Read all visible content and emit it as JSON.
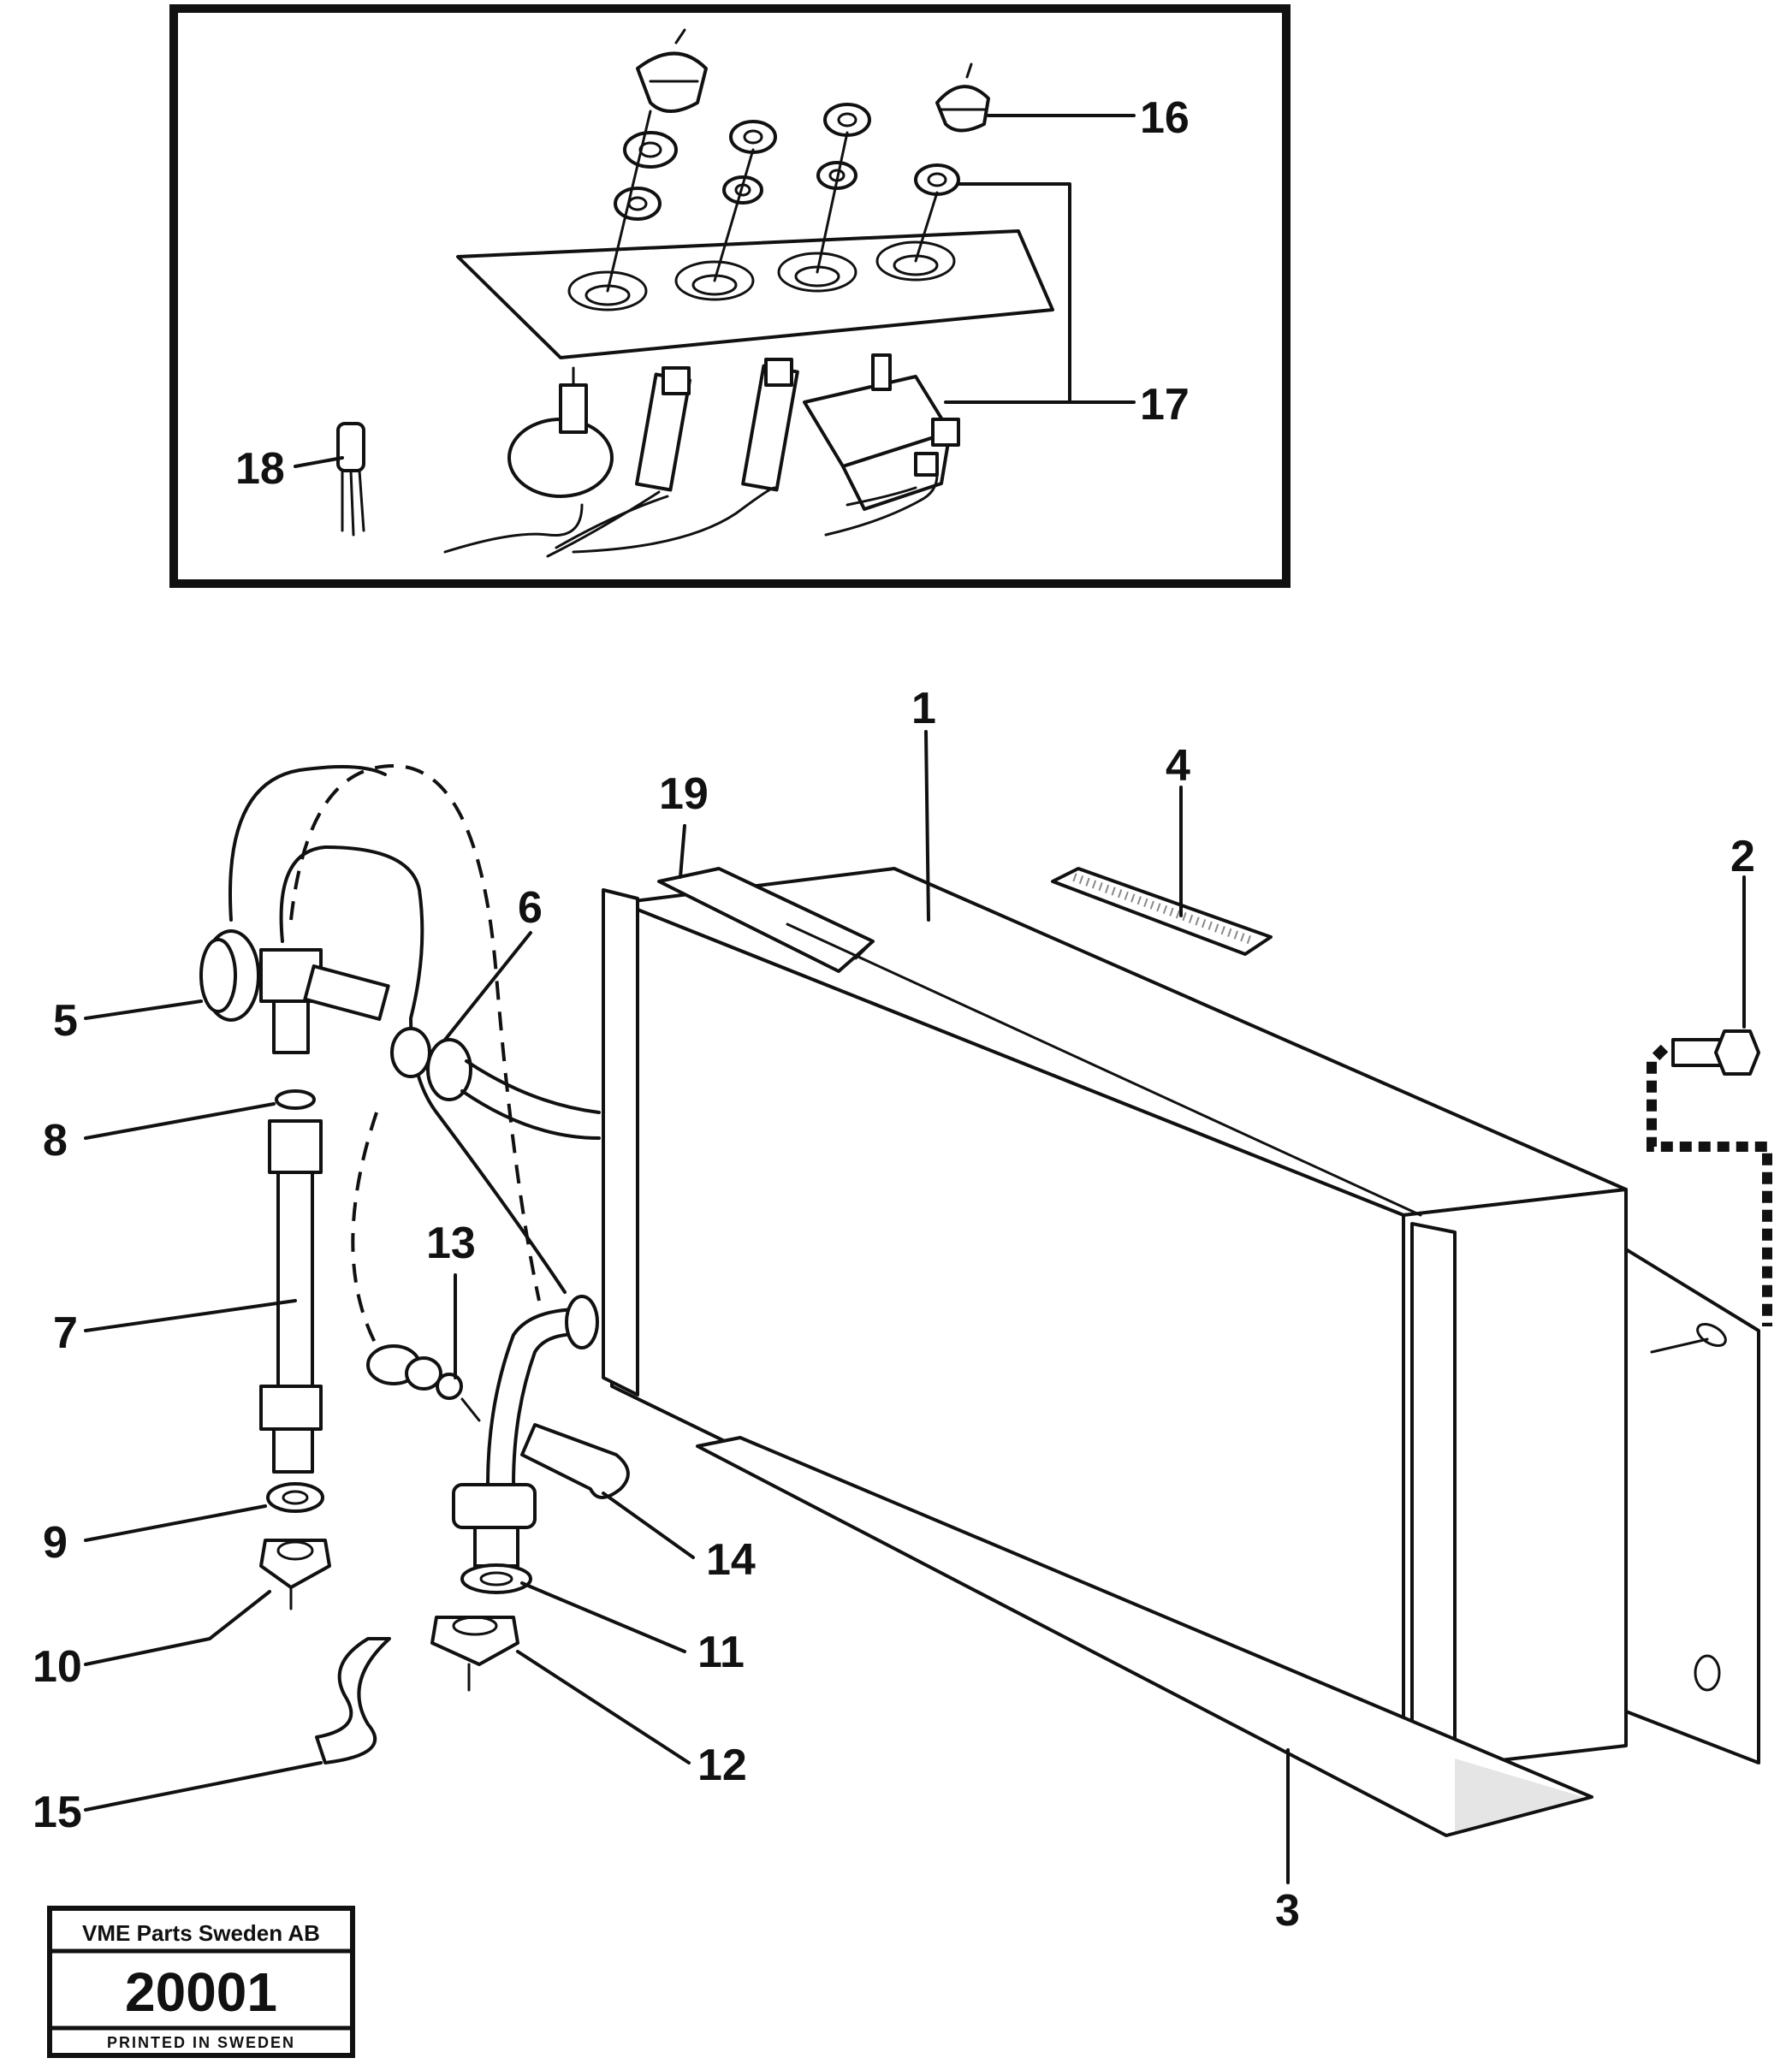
{
  "callouts": [
    {
      "id": "1",
      "label": "1"
    },
    {
      "id": "2",
      "label": "2"
    },
    {
      "id": "3",
      "label": "3"
    },
    {
      "id": "4",
      "label": "4"
    },
    {
      "id": "5",
      "label": "5"
    },
    {
      "id": "6",
      "label": "6"
    },
    {
      "id": "7",
      "label": "7"
    },
    {
      "id": "8",
      "label": "8"
    },
    {
      "id": "9",
      "label": "9"
    },
    {
      "id": "10",
      "label": "10"
    },
    {
      "id": "11",
      "label": "11"
    },
    {
      "id": "12",
      "label": "12"
    },
    {
      "id": "13",
      "label": "13"
    },
    {
      "id": "14",
      "label": "14"
    },
    {
      "id": "15",
      "label": "15"
    },
    {
      "id": "16",
      "label": "16"
    },
    {
      "id": "17",
      "label": "17"
    },
    {
      "id": "18",
      "label": "18"
    },
    {
      "id": "19",
      "label": "19"
    }
  ],
  "stamp": {
    "company": "VME Parts Sweden AB",
    "number": "20001",
    "footer": "PRINTED IN SWEDEN"
  }
}
